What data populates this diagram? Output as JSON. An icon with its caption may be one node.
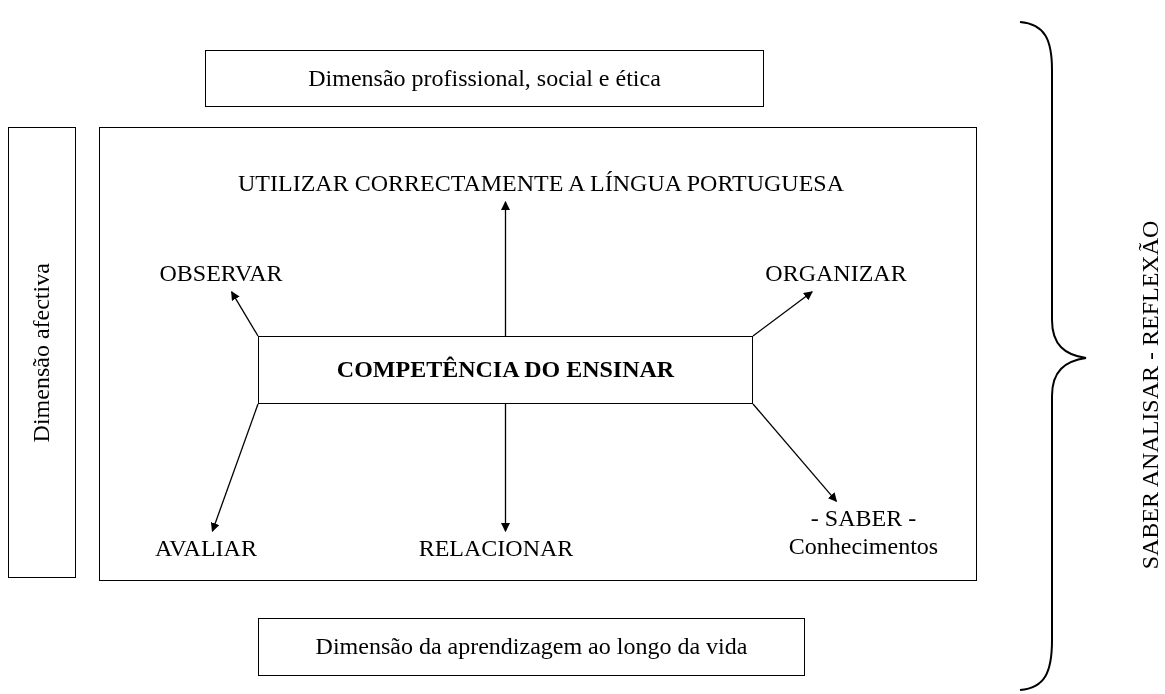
{
  "diagram": {
    "nodes": [
      {
        "text": [
          "Dimensão profissional, social e ética"
        ]
      },
      {
        "text": [
          "Dimensão afectiva"
        ]
      },
      {
        "text": [],
        "shape": "box"
      },
      {
        "text": [
          "UTILIZAR CORRECTAMENTE A LÍNGUA PORTUGUESA"
        ],
        "in": 2
      },
      {
        "text": [
          "OBSERVAR"
        ],
        "in": 2
      },
      {
        "text": [
          "ORGANIZAR"
        ],
        "in": 2
      },
      {
        "text": [
          "COMPETÊNCIA DO ENSINAR"
        ],
        "in": 2
      },
      {
        "text": [
          "AVALIAR"
        ],
        "in": 2
      },
      {
        "text": [
          "RELACIONAR"
        ],
        "in": 2
      },
      {
        "text": [
          "- SABER - Conhecimentos"
        ],
        "in": 2
      },
      {
        "text": [
          "Dimensão da aprendizagem ao longo da vida"
        ]
      }
    ],
    "edges": [
      {
        "from": 6,
        "to": 3,
        "arrow": "to"
      },
      {
        "from": 6,
        "to": 4,
        "arrow": "to"
      },
      {
        "from": 6,
        "to": 5,
        "arrow": "to"
      },
      {
        "from": 6,
        "to": 7,
        "arrow": "to"
      },
      {
        "from": 6,
        "to": 8,
        "arrow": "to"
      },
      {
        "from": 6,
        "to": 9,
        "arrow": "to"
      }
    ],
    "labels": [
      "SABER ANALISAR - REFLEXÃO"
    ]
  }
}
